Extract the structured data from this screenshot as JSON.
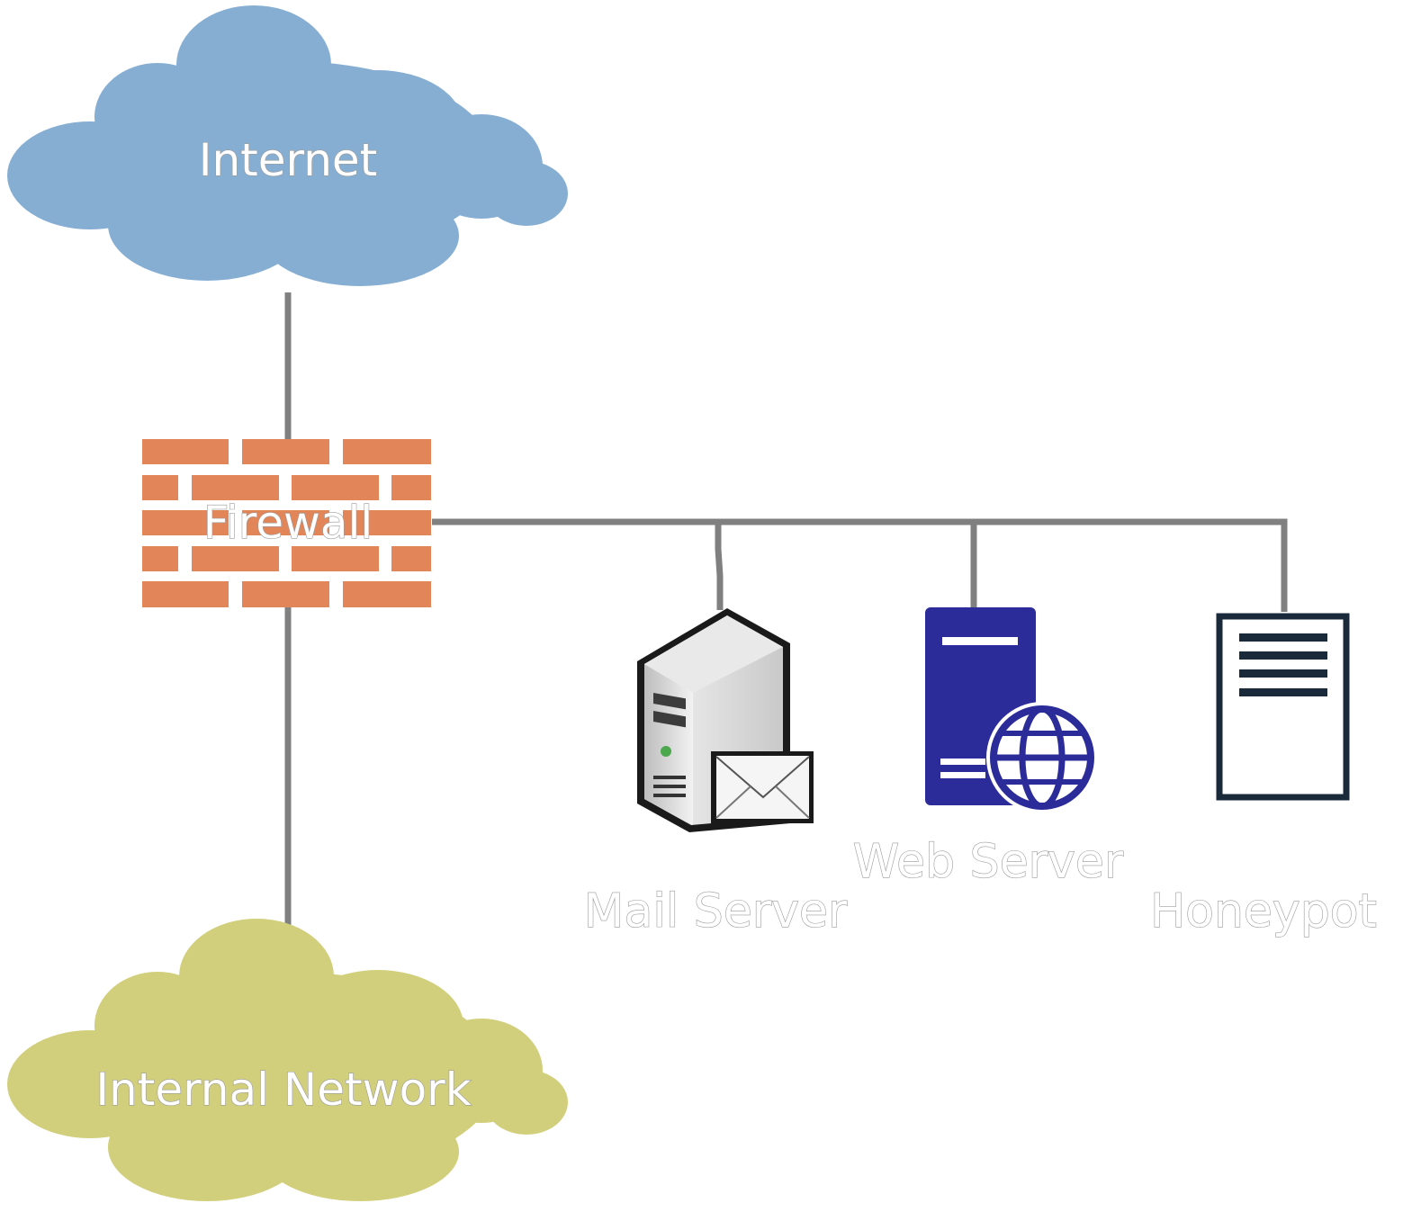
{
  "nodes": {
    "internet": {
      "label": "Internet",
      "color": "#86aed3"
    },
    "firewall": {
      "label": "Firewall",
      "brick_color": "#e2865a"
    },
    "internal_network": {
      "label": "Internal Network",
      "color": "#d2cf7c"
    },
    "mail_server": {
      "label": "Mail Server"
    },
    "web_server": {
      "label": "Web Server",
      "color": "#2b2b9a"
    },
    "honeypot": {
      "label": "Honeypot",
      "color": "#1b2a3b"
    }
  },
  "line_color": "#808080"
}
